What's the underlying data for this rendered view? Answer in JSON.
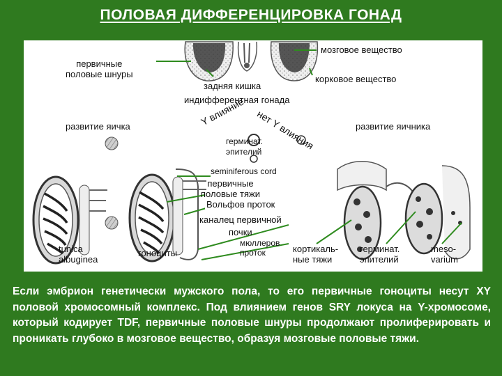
{
  "title": "ПОЛОВАЯ  ДИФФЕРЕНЦИРОВКА  ГОНАД",
  "labels": {
    "primary_cords": [
      "первичные",
      "половые шнуры"
    ],
    "medulla": "мозговое вещество",
    "hindgut": "задняя кишка",
    "cortex": "корковое вещество",
    "indifferent_gonad": "индифферентная гонада",
    "testis_development": "развитие яичка",
    "ovary_development": "развитие яичника",
    "y_influence": "Y влияние",
    "no_y_influence": "нет Y влияния",
    "germinal_epithelium_center": [
      "герминат.",
      "эпителий"
    ],
    "seminiferous_cord": "seminiferous  cord",
    "primary_strands": [
      "первичные",
      "половые тяжи"
    ],
    "wolffian_duct": "Вольфов проток",
    "primary_kidney_canal": [
      "канал",
      "ец первичной",
      "почки"
    ],
    "mullerian_duct": [
      "мюллеров",
      "проток"
    ],
    "tunica_albuginea": [
      "tunica",
      "albuginea"
    ],
    "gonocytes": "гоноциты",
    "cortical_strands": [
      "кортикаль-",
      "ные тяжи"
    ],
    "germinal_epithelium": [
      "герминат.",
      "эпителий"
    ],
    "mesovarium": [
      "meso-",
      "varium"
    ]
  },
  "description": "Если эмбрион  генетически мужского пола, то его первичные гоноциты несут  XY половой хромосомный комплекс.  Под влиянием генов SRY локуса на  Y-хромосоме, который кодирует TDF, первичные половые шнуры продолжают пролиферировать и проникать глубоко в мозговое вещество, образуя мозговые половые тяжи.",
  "colors": {
    "background": "#2f7a1f",
    "leader_line": "#2e8b1e",
    "tissue_dark": "#2a2a2a",
    "tissue_light": "#e8e8e8"
  }
}
